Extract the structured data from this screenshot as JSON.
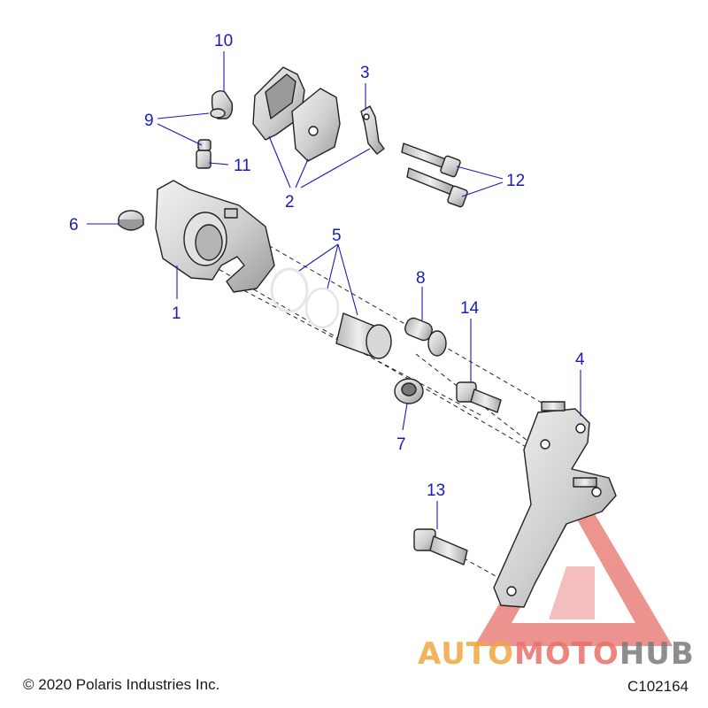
{
  "callouts": {
    "c1": "1",
    "c2": "2",
    "c3": "3",
    "c4": "4",
    "c5": "5",
    "c6": "6",
    "c7": "7",
    "c8": "8",
    "c9": "9",
    "c10": "10",
    "c11": "11",
    "c12": "12",
    "c13": "13",
    "c14": "14"
  },
  "footer": {
    "copyright": "© 2020 Polaris Industries Inc.",
    "figure_code": "C102164"
  },
  "watermark": {
    "part_auto": "AUTO",
    "part_moto": "MOTO",
    "part_hub": "HUB"
  },
  "colors": {
    "callout": "#1a1ab8",
    "watermark_orange": "#f2a640",
    "watermark_red": "#e8706a",
    "watermark_gray": "#7b7b7b"
  }
}
